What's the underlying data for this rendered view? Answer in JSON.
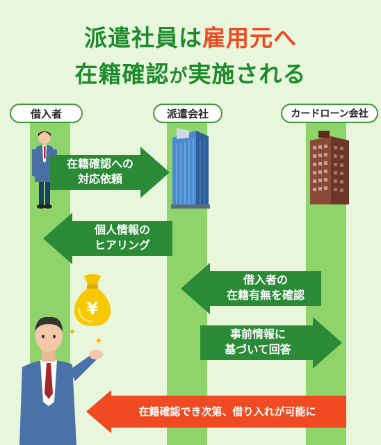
{
  "title": {
    "line1_a": "派遣社員は",
    "line1_b": "雇用元へ",
    "line2_a": "在籍確認",
    "line2_b": "が",
    "line2_c": "実施される"
  },
  "actors": {
    "borrower": "借入者",
    "dispatch": "派遣会社",
    "lender": "カードローン会社"
  },
  "steps": {
    "s1": [
      "在籍確認への",
      "対応依頼"
    ],
    "s2": [
      "個人情報の",
      "ヒアリング"
    ],
    "s3": [
      "借入者の",
      "在籍有無を確認"
    ],
    "s4": [
      "事前情報に",
      "基づいて回答"
    ],
    "s5": "在籍確認でき次第、借り入れが可能に"
  },
  "bag_symbol": "¥",
  "colors": {
    "title_green": "#1d8a2c",
    "accent": "#ef4a22",
    "arrow_green": "#2a8a36",
    "lane": "#8fd46a",
    "background": "#e8f6dc"
  }
}
